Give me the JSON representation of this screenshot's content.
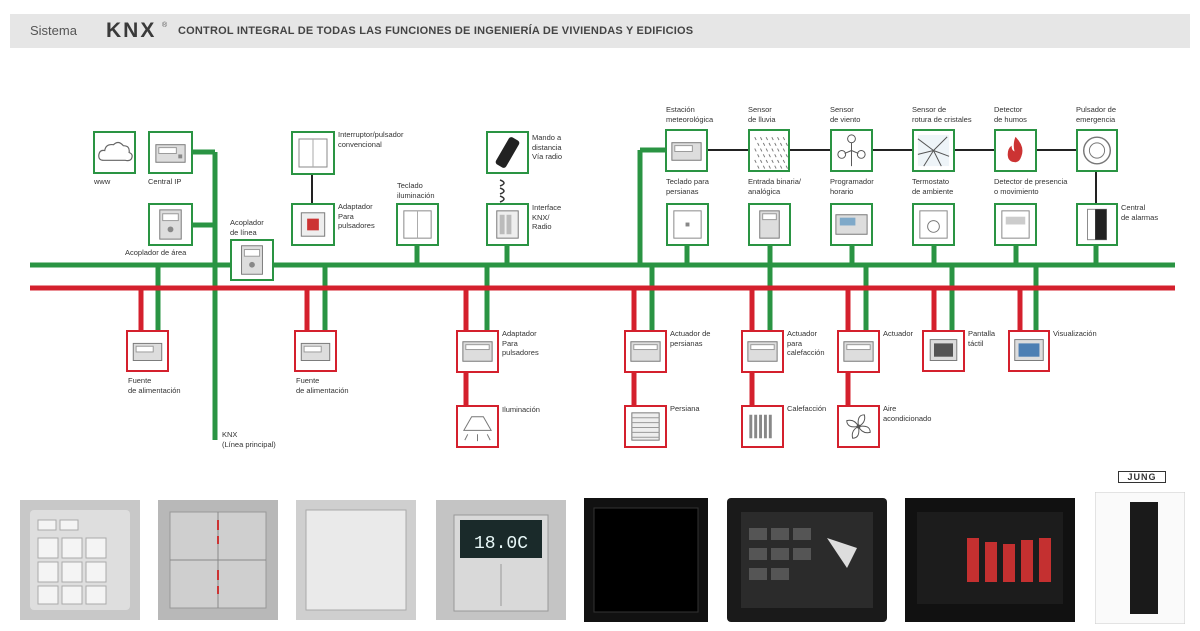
{
  "header": {
    "sistema": "Sistema",
    "logo": "KNX",
    "logo_mark": "®",
    "title": "CONTROL INTEGRAL DE TODAS LAS FUNCIONES DE INGENIERÍA DE VIVIENDAS Y EDIFICIOS"
  },
  "colors": {
    "bus_green": "#2a9443",
    "bus_red": "#d4202d",
    "header_bg": "#e6e6e6"
  },
  "labels": {
    "www": "www",
    "central_ip": "Central IP",
    "acoplador_area": "Acoplador de área",
    "acoplador_linea": [
      "Acoplador",
      "de línea"
    ],
    "interruptor": [
      "Interruptor/pulsador",
      "convencional"
    ],
    "adaptador_pulsadores_top": [
      "Adaptador",
      "Para",
      "pulsadores"
    ],
    "teclado_iluminacion": [
      "Teclado",
      "iluminación"
    ],
    "mando": [
      "Mando a",
      "distancia",
      "Vía radio"
    ],
    "interface": [
      "Interface",
      "KNX/",
      "Radio"
    ],
    "estacion": [
      "Estación",
      "meteorológica"
    ],
    "sensor_lluvia": [
      "Sensor",
      "de lluvia"
    ],
    "sensor_viento": [
      "Sensor",
      "de viento"
    ],
    "sensor_rotura": [
      "Sensor de",
      "rotura de cristales"
    ],
    "detector_humos": [
      "Detector",
      "de humos"
    ],
    "pulsador_emergencia": [
      "Pulsador de",
      "emergencia"
    ],
    "teclado_persianas": [
      "Teclado para",
      "persianas"
    ],
    "entrada_binaria": [
      "Entrada binaria/",
      "analógica"
    ],
    "programador": [
      "Programador",
      "horario"
    ],
    "termostato": [
      "Termostato",
      "de ambiente"
    ],
    "detector_presencia": [
      "Detector de presencia",
      "o movimiento"
    ],
    "central_alarmas": [
      "Central",
      "de alarmas"
    ],
    "fuente_1": [
      "Fuente",
      "de alimentación"
    ],
    "fuente_2": [
      "Fuente",
      "de alimentación"
    ],
    "knx_linea": [
      "KNX",
      "(Línea principal)"
    ],
    "adaptador_pulsadores_bottom": [
      "Adaptador",
      "Para",
      "pulsadores"
    ],
    "iluminacion": "Iluminación",
    "actuador_persianas": [
      "Actuador de",
      "persianas"
    ],
    "persiana": "Persiana",
    "actuador_calefaccion": [
      "Actuador",
      "para",
      "calefacción"
    ],
    "calefaccion": "Calefacción",
    "actuador": "Actuador",
    "aire": [
      "Aire",
      "acondicionado"
    ],
    "pantalla": [
      "Pantalla",
      "táctil"
    ],
    "visualizacion": "Visualización"
  },
  "products": {
    "thermostat_display": "18.0C",
    "brand": "JUNG"
  }
}
